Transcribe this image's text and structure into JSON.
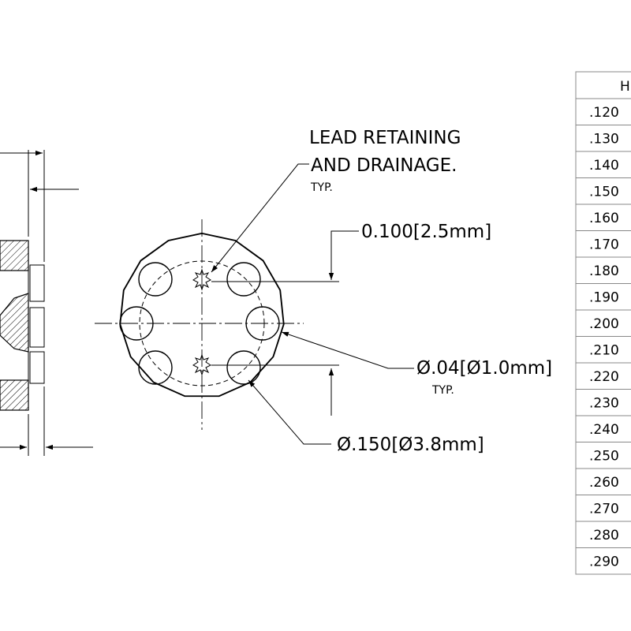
{
  "annotations": {
    "lead_line1": "LEAD RETAINING",
    "lead_line2": "AND DRAINAGE.",
    "lead_typ": "TYP.",
    "dim_spacing": "0.100[2.5mm]",
    "dim_hole": "Ø.04[Ø1.0mm]",
    "dim_hole_typ": "TYP.",
    "dim_bolt": "Ø.150[Ø3.8mm]"
  },
  "table": {
    "header": "H",
    "rows": [
      ".120",
      ".130",
      ".140",
      ".150",
      ".160",
      ".170",
      ".180",
      ".190",
      ".200",
      ".210",
      ".220",
      ".230",
      ".240",
      ".250",
      ".260",
      ".270",
      ".280",
      ".290"
    ]
  }
}
